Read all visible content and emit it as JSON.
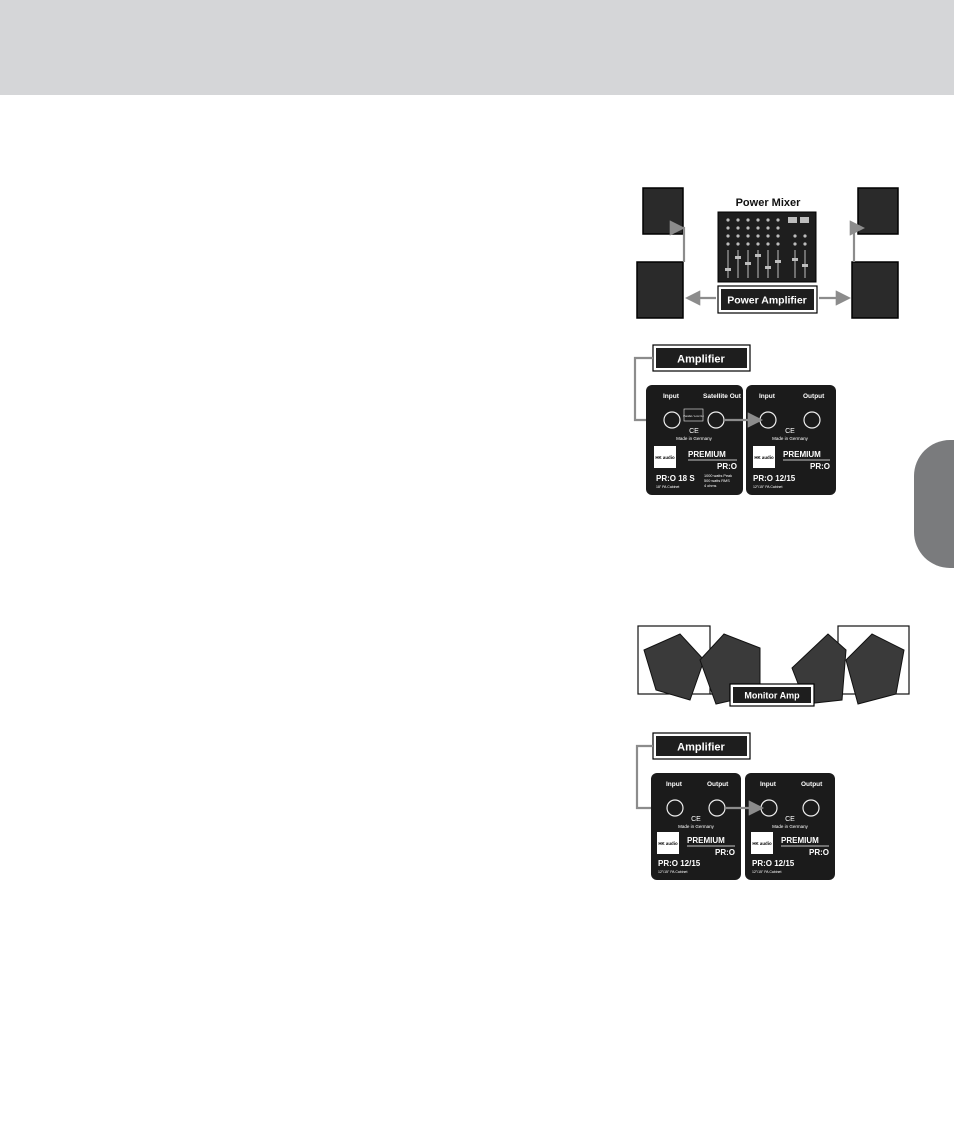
{
  "diagram1": {
    "mixer_title": "Power Mixer",
    "amp_label": "Power Amplifier"
  },
  "diagram2": {
    "amp_label": "Amplifier",
    "panel_left": {
      "input_label": "Input",
      "output_label": "Satellite Out",
      "box_text": "Parallel / Low Out",
      "ce": "CE",
      "made_in": "Made in Germany",
      "logo": "HK audio",
      "brand": "PREMIUM",
      "series": "PR:O",
      "model": "PR:O 18 S",
      "model_sub": "18\" PA Cabinet",
      "specs": [
        "1000 watts Peak",
        "500 watts RMS",
        "4 ohms"
      ]
    },
    "panel_right": {
      "input_label": "Input",
      "output_label": "Output",
      "ce": "CE",
      "made_in": "Made in Germany",
      "logo": "HK audio",
      "brand": "PREMIUM",
      "series": "PR:O",
      "model": "PR:O 12/15",
      "model_sub": "12\"/15\" PA Cabinet"
    }
  },
  "diagram3": {
    "amp_label": "Monitor Amp"
  },
  "diagram4": {
    "amp_label": "Amplifier",
    "panel_left": {
      "input_label": "Input",
      "output_label": "Output",
      "ce": "CE",
      "made_in": "Made in Germany",
      "logo": "HK audio",
      "brand": "PREMIUM",
      "series": "PR:O",
      "model": "PR:O 12/15",
      "model_sub": "12\"/15\" PA Cabinet"
    },
    "panel_right": {
      "input_label": "Input",
      "output_label": "Output",
      "ce": "CE",
      "made_in": "Made in Germany",
      "logo": "HK audio",
      "brand": "PREMIUM",
      "series": "PR:O",
      "model": "PR:O 12/15",
      "model_sub": "12\"/15\" PA Cabinet"
    }
  }
}
